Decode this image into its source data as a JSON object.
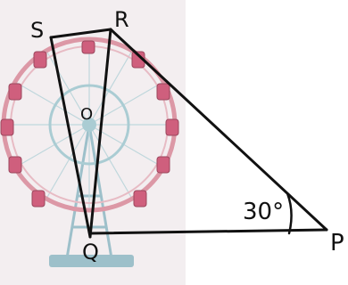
{
  "diagram": {
    "points": [
      {
        "id": "S",
        "label": "S"
      },
      {
        "id": "R",
        "label": "R"
      },
      {
        "id": "O",
        "label": "O"
      },
      {
        "id": "Q",
        "label": "Q"
      },
      {
        "id": "P",
        "label": "P"
      }
    ],
    "angle_label": "30°",
    "wheel": {
      "rim_color": "#d98a9a",
      "inner_color": "#9ec7cf",
      "cabin_color": "#c9476a",
      "base_color": "#8fb8c4"
    },
    "line_color": "#111111"
  }
}
